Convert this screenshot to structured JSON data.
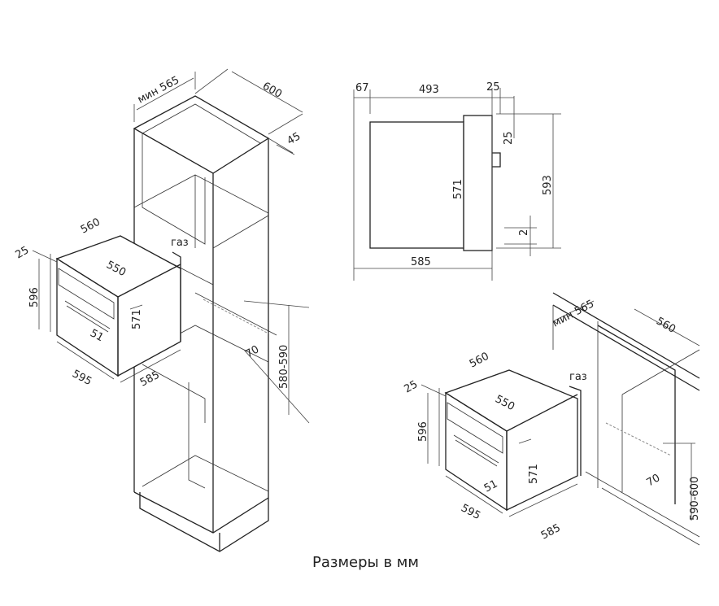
{
  "caption": "Размеры в мм",
  "tall_cabinet": {
    "min_depth": "мин 565",
    "width": "600",
    "back_gap": "45",
    "opening_height": "580-590",
    "vent": "70"
  },
  "oven_left": {
    "depth": "560",
    "gas": "газ",
    "panel": "25",
    "body_width": "550",
    "front_height": "596",
    "body_height": "571",
    "handle": "51",
    "front_width": "595",
    "body_depth": "585"
  },
  "side_view": {
    "front_offset": "67",
    "body_depth": "493",
    "panel": "25",
    "top_gap": "25",
    "body_height": "571",
    "front_height": "593",
    "bottom_gap": "2",
    "total_depth": "585"
  },
  "under_counter": {
    "min_depth": "мин 565",
    "depth": "560",
    "opening_height": "590-600",
    "vent": "70"
  },
  "oven_right": {
    "depth": "560",
    "gas": "газ",
    "panel": "25",
    "body_width": "550",
    "front_height": "596",
    "body_height": "571",
    "handle": "51",
    "front_width": "595",
    "body_depth": "585"
  }
}
